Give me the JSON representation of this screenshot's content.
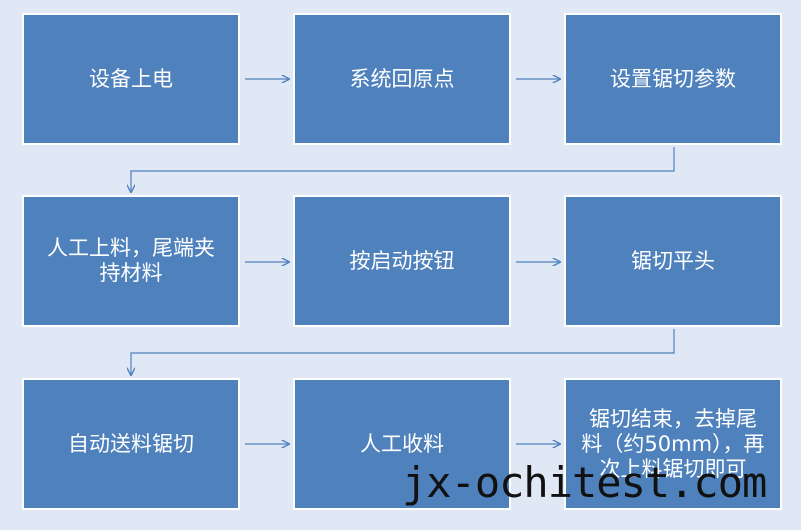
{
  "steps": [
    {
      "text": "设备上电"
    },
    {
      "text": "系统回原点"
    },
    {
      "text": "设置锯切参数"
    },
    {
      "text": "人工上料，尾端夹\n持材料"
    },
    {
      "text": "按启动按钮"
    },
    {
      "text": "锯切平头"
    },
    {
      "text": "自动送料锯切"
    },
    {
      "text": "人工收料"
    },
    {
      "text": "锯切结束，去掉尾\n料（约50mm），再\n次上料锯切即可"
    }
  ],
  "watermark": "jx-ochitest.com",
  "colors": {
    "background": "#dfe8f4",
    "box_fill": "#4f81bd",
    "box_border": "#ffffff",
    "arrow": "#4f81bd",
    "text": "#ffffff"
  }
}
